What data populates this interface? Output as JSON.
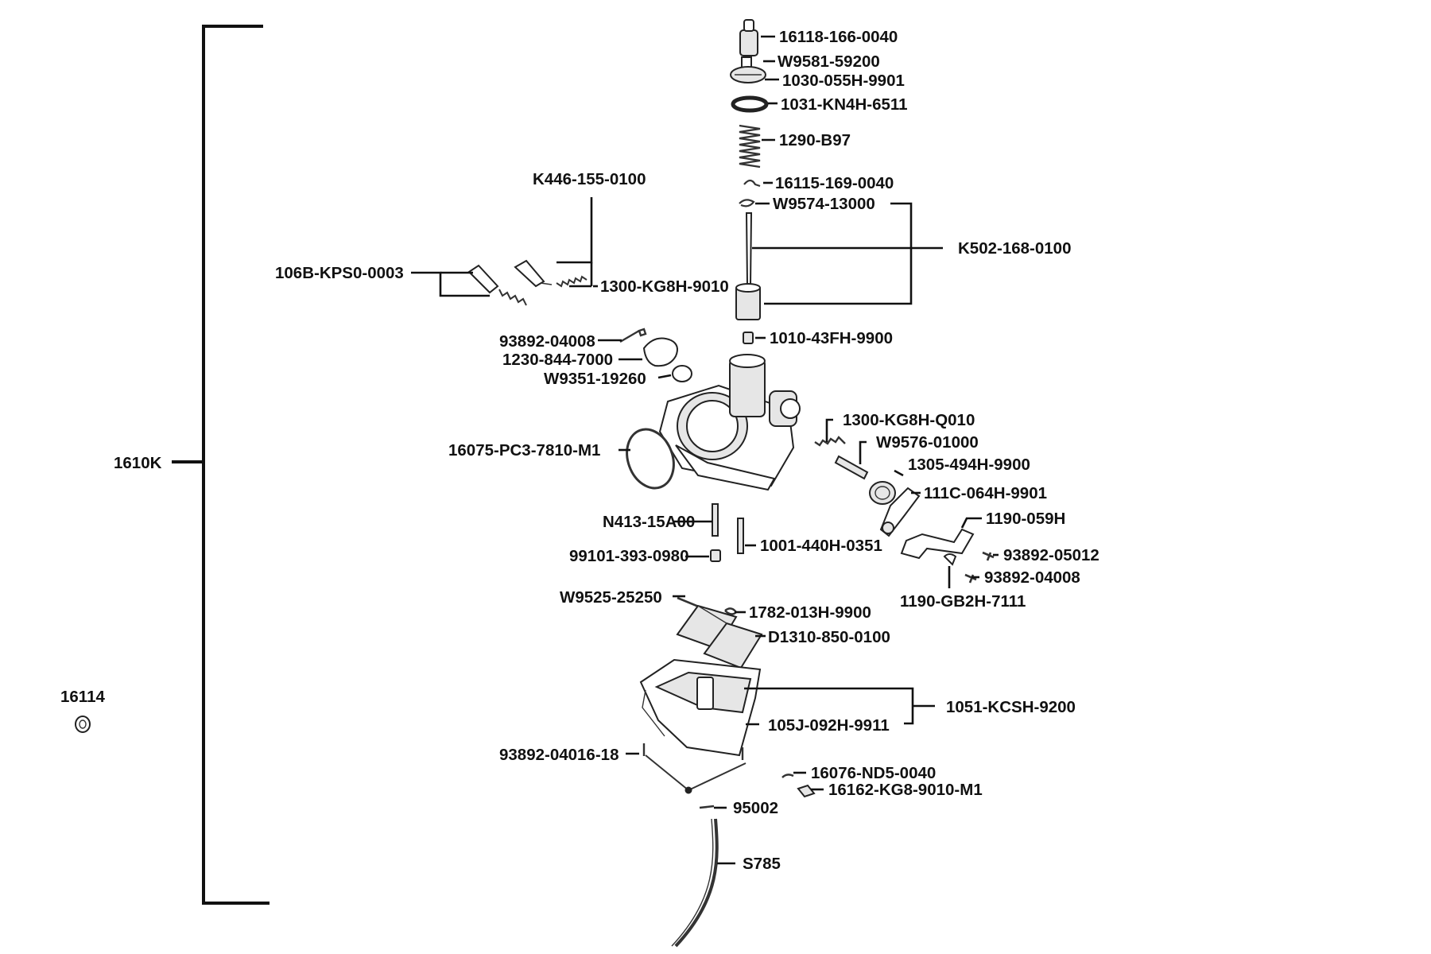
{
  "labels": {
    "p16118_166_0040": "16118-166-0040",
    "w9581_59200": "W9581-59200",
    "p1030_055h_9901": "1030-055H-9901",
    "p1031_kn4h_6511": "1031-KN4H-6511",
    "p1290_b97": "1290-B97",
    "k446_155_0100": "K446-155-0100",
    "p16115_169_0040": "16115-169-0040",
    "w9574_13000": "W9574-13000",
    "k502_168_0100": "K502-168-0100",
    "p106b_kps0_0003": "106B-KPS0-0003",
    "p1300_kg8h_9010": "1300-KG8H-9010",
    "p93892_04008_a": "93892-04008",
    "p1010_43fh_9900": "1010-43FH-9900",
    "p1230_844_7000": "1230-844-7000",
    "w9351_19260": "W9351-19260",
    "p1300_kg8h_q010": "1300-KG8H-Q010",
    "p1610k": "1610K",
    "w9576_01000": "W9576-01000",
    "p16075_pc3_7810_m1": "16075-PC3-7810-M1",
    "p1305_494h_9900": "1305-494H-9900",
    "p111c_064h_9901": "111C-064H-9901",
    "n413_15a00": "N413-15A00",
    "p1190_059h": "1190-059H",
    "p1001_440h_0351": "1001-440H-0351",
    "p99101_393_0980": "99101-393-0980",
    "p93892_05012": "93892-05012",
    "p93892_04008_b": "93892-04008",
    "p1190_gb2h_7111": "1190-GB2H-7111",
    "w9525_25250": "W9525-25250",
    "p1782_013h_9900": "1782-013H-9900",
    "d1310_850_0100": "D1310-850-0100",
    "p16114": "16114",
    "p1051_kcsh_9200": "1051-KCSH-9200",
    "p105j_092h_9911": "105J-092H-9911",
    "p93892_04016_18": "93892-04016-18",
    "p16076_nd5_0040": "16076-ND5-0040",
    "p16162_kg8_9010_m1": "16162-KG8-9010-M1",
    "p95002": "95002",
    "s785": "S785"
  }
}
